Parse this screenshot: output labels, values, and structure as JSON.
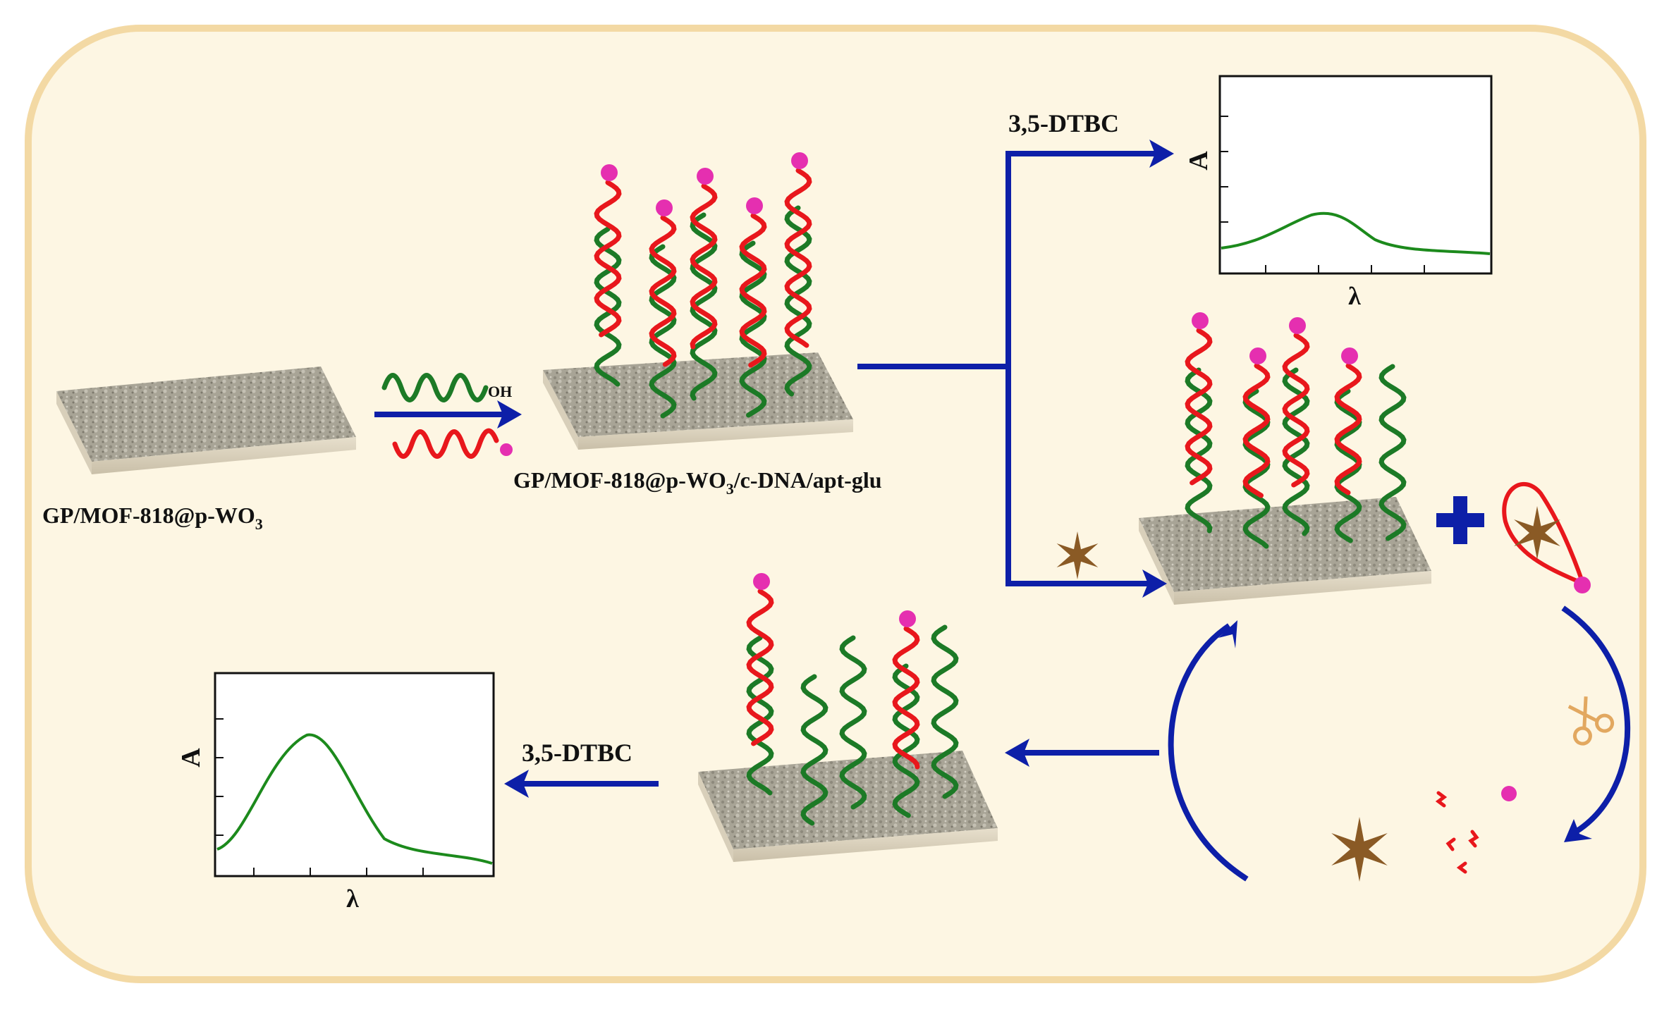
{
  "labels": {
    "substrate": "GP/MOF-818@p-WO",
    "substrate_sub": "3",
    "modified_a": "GP/MOF-818@p-WO",
    "modified_sub": "3",
    "modified_b": "/c-DNA/apt-glu",
    "oh": "OH",
    "reagent_top": "3,5-DTBC",
    "reagent_bottom": "3,5-DTBC"
  },
  "charts": {
    "top": {
      "ylabel": "A",
      "xlabel": "λ",
      "type": "line",
      "peak_height": "low"
    },
    "bottom": {
      "ylabel": "A",
      "xlabel": "λ",
      "type": "line",
      "peak_height": "high"
    }
  },
  "colors": {
    "panel_fill": "#fdf6e3",
    "panel_border": "#f3d9a4",
    "arrow": "#0d1fa8",
    "strand_red": "#e8171c",
    "strand_green": "#1c7a26",
    "dot": "#e52fb0",
    "star": "#8a5a25",
    "chart_line": "#1c8a1c",
    "slab": "#b7b1a3"
  },
  "icons": [
    "scissors-icon",
    "plus-icon",
    "glucose-star-icon"
  ]
}
